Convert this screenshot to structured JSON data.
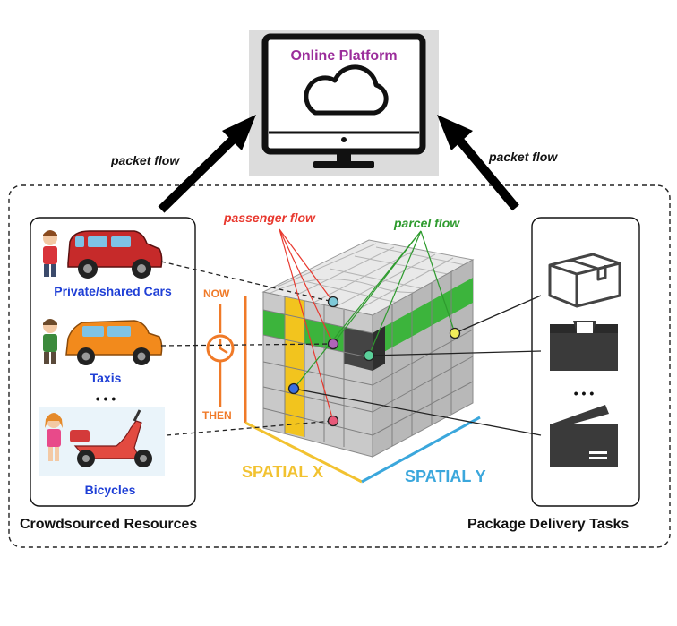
{
  "platform": {
    "title": "Online Platform"
  },
  "arrows": {
    "left_label": "packet flow",
    "right_label": "packet flow"
  },
  "resources": {
    "caption": "Crowdsourced Resources",
    "items": [
      {
        "label": "Private/shared Cars"
      },
      {
        "label": "Taxis"
      },
      {
        "label": "Bicycles"
      }
    ],
    "ellipsis": "• • •"
  },
  "tasks": {
    "caption": "Package Delivery Tasks",
    "ellipsis": "• • •"
  },
  "time_axis": {
    "now": "NOW",
    "then": "THEN"
  },
  "cube": {
    "passenger_label": "passenger flow",
    "parcel_label": "parcel flow",
    "spatial_x": "SPATIAL X",
    "spatial_y": "SPATIAL Y"
  },
  "colors": {
    "platform_purple": "#9b2d9b",
    "resource_blue": "#1f3fd6",
    "passenger_red": "#e8382e",
    "parcel_green": "#2e9b2e",
    "time_orange": "#f07a28",
    "spatial_x_yellow": "#f2c230",
    "spatial_y_blue": "#3ba7dc",
    "cube_green": "#3cb43c",
    "cube_yellow": "#f2c41e",
    "cube_gray": "#bcbcbc"
  }
}
